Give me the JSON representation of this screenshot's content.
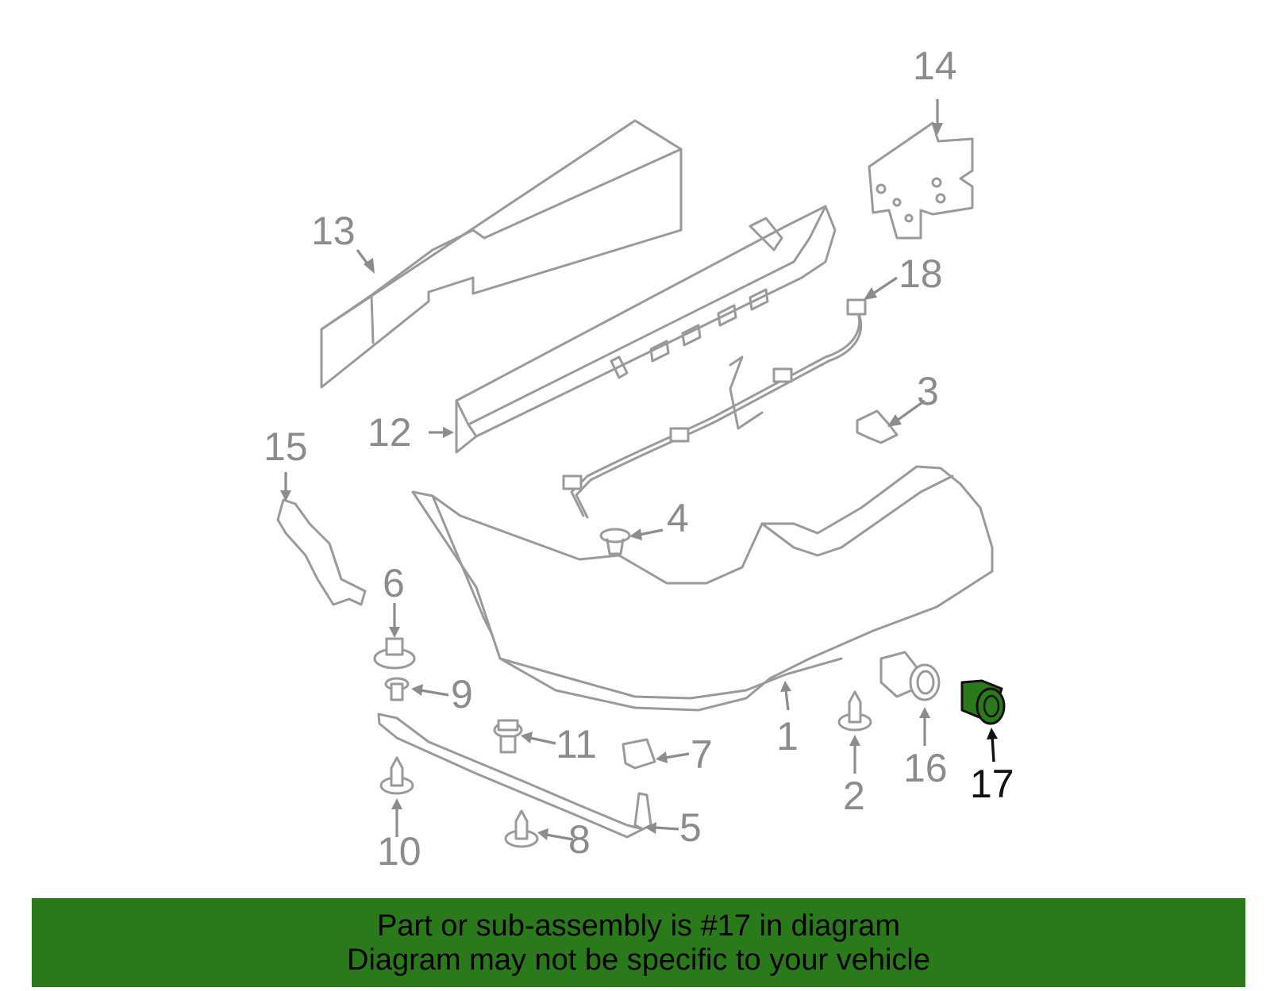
{
  "diagram": {
    "highlighted_part": "17",
    "highlight_color": "#2a7a1c",
    "callouts": [
      "1",
      "2",
      "3",
      "4",
      "5",
      "6",
      "7",
      "8",
      "9",
      "10",
      "11",
      "12",
      "13",
      "14",
      "15",
      "16",
      "17",
      "18"
    ]
  },
  "footer": {
    "background": "#2a7a1c",
    "line1": "Part or sub-assembly is #17 in diagram",
    "line2": "Diagram may not be specific to your vehicle"
  }
}
